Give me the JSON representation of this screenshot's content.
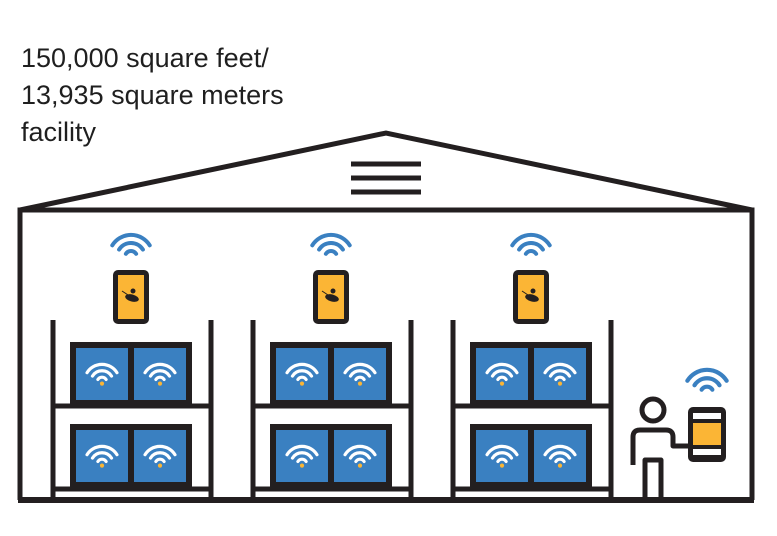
{
  "caption": {
    "lines": [
      "150,000 square feet/",
      "13,935 square meters",
      "facility"
    ]
  },
  "colors": {
    "outline": "#231f20",
    "blue": "#3a80c1",
    "orange": "#fbb535",
    "white": "#ffffff"
  },
  "racks": 3,
  "boxes_per_rack": 4,
  "icons": [
    "wifi-icon",
    "phone-reader-icon",
    "bee-logo-icon",
    "person-icon",
    "tablet-icon",
    "vent-icon"
  ]
}
